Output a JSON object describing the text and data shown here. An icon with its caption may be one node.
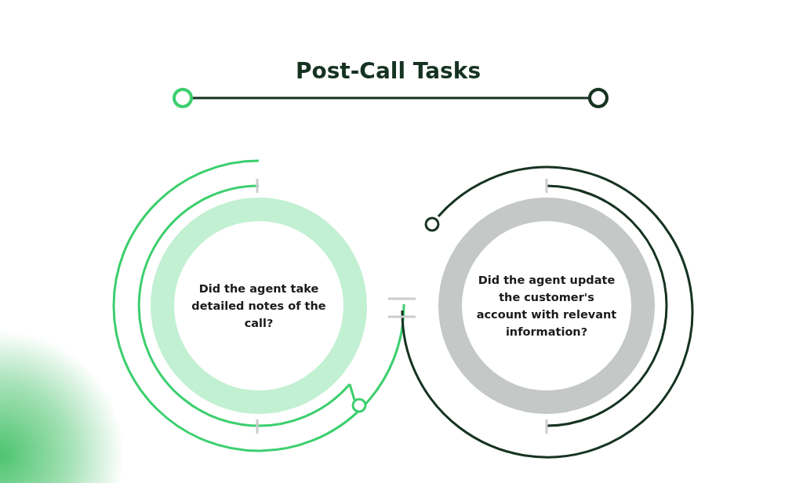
{
  "diagram": {
    "title": "Post-Call Tasks",
    "nodes": [
      {
        "text": [
          "Did the agent take detailed notes of the call?"
        ]
      },
      {
        "text": [
          "Did the agent update the customer's account with relevant information?"
        ]
      }
    ]
  }
}
